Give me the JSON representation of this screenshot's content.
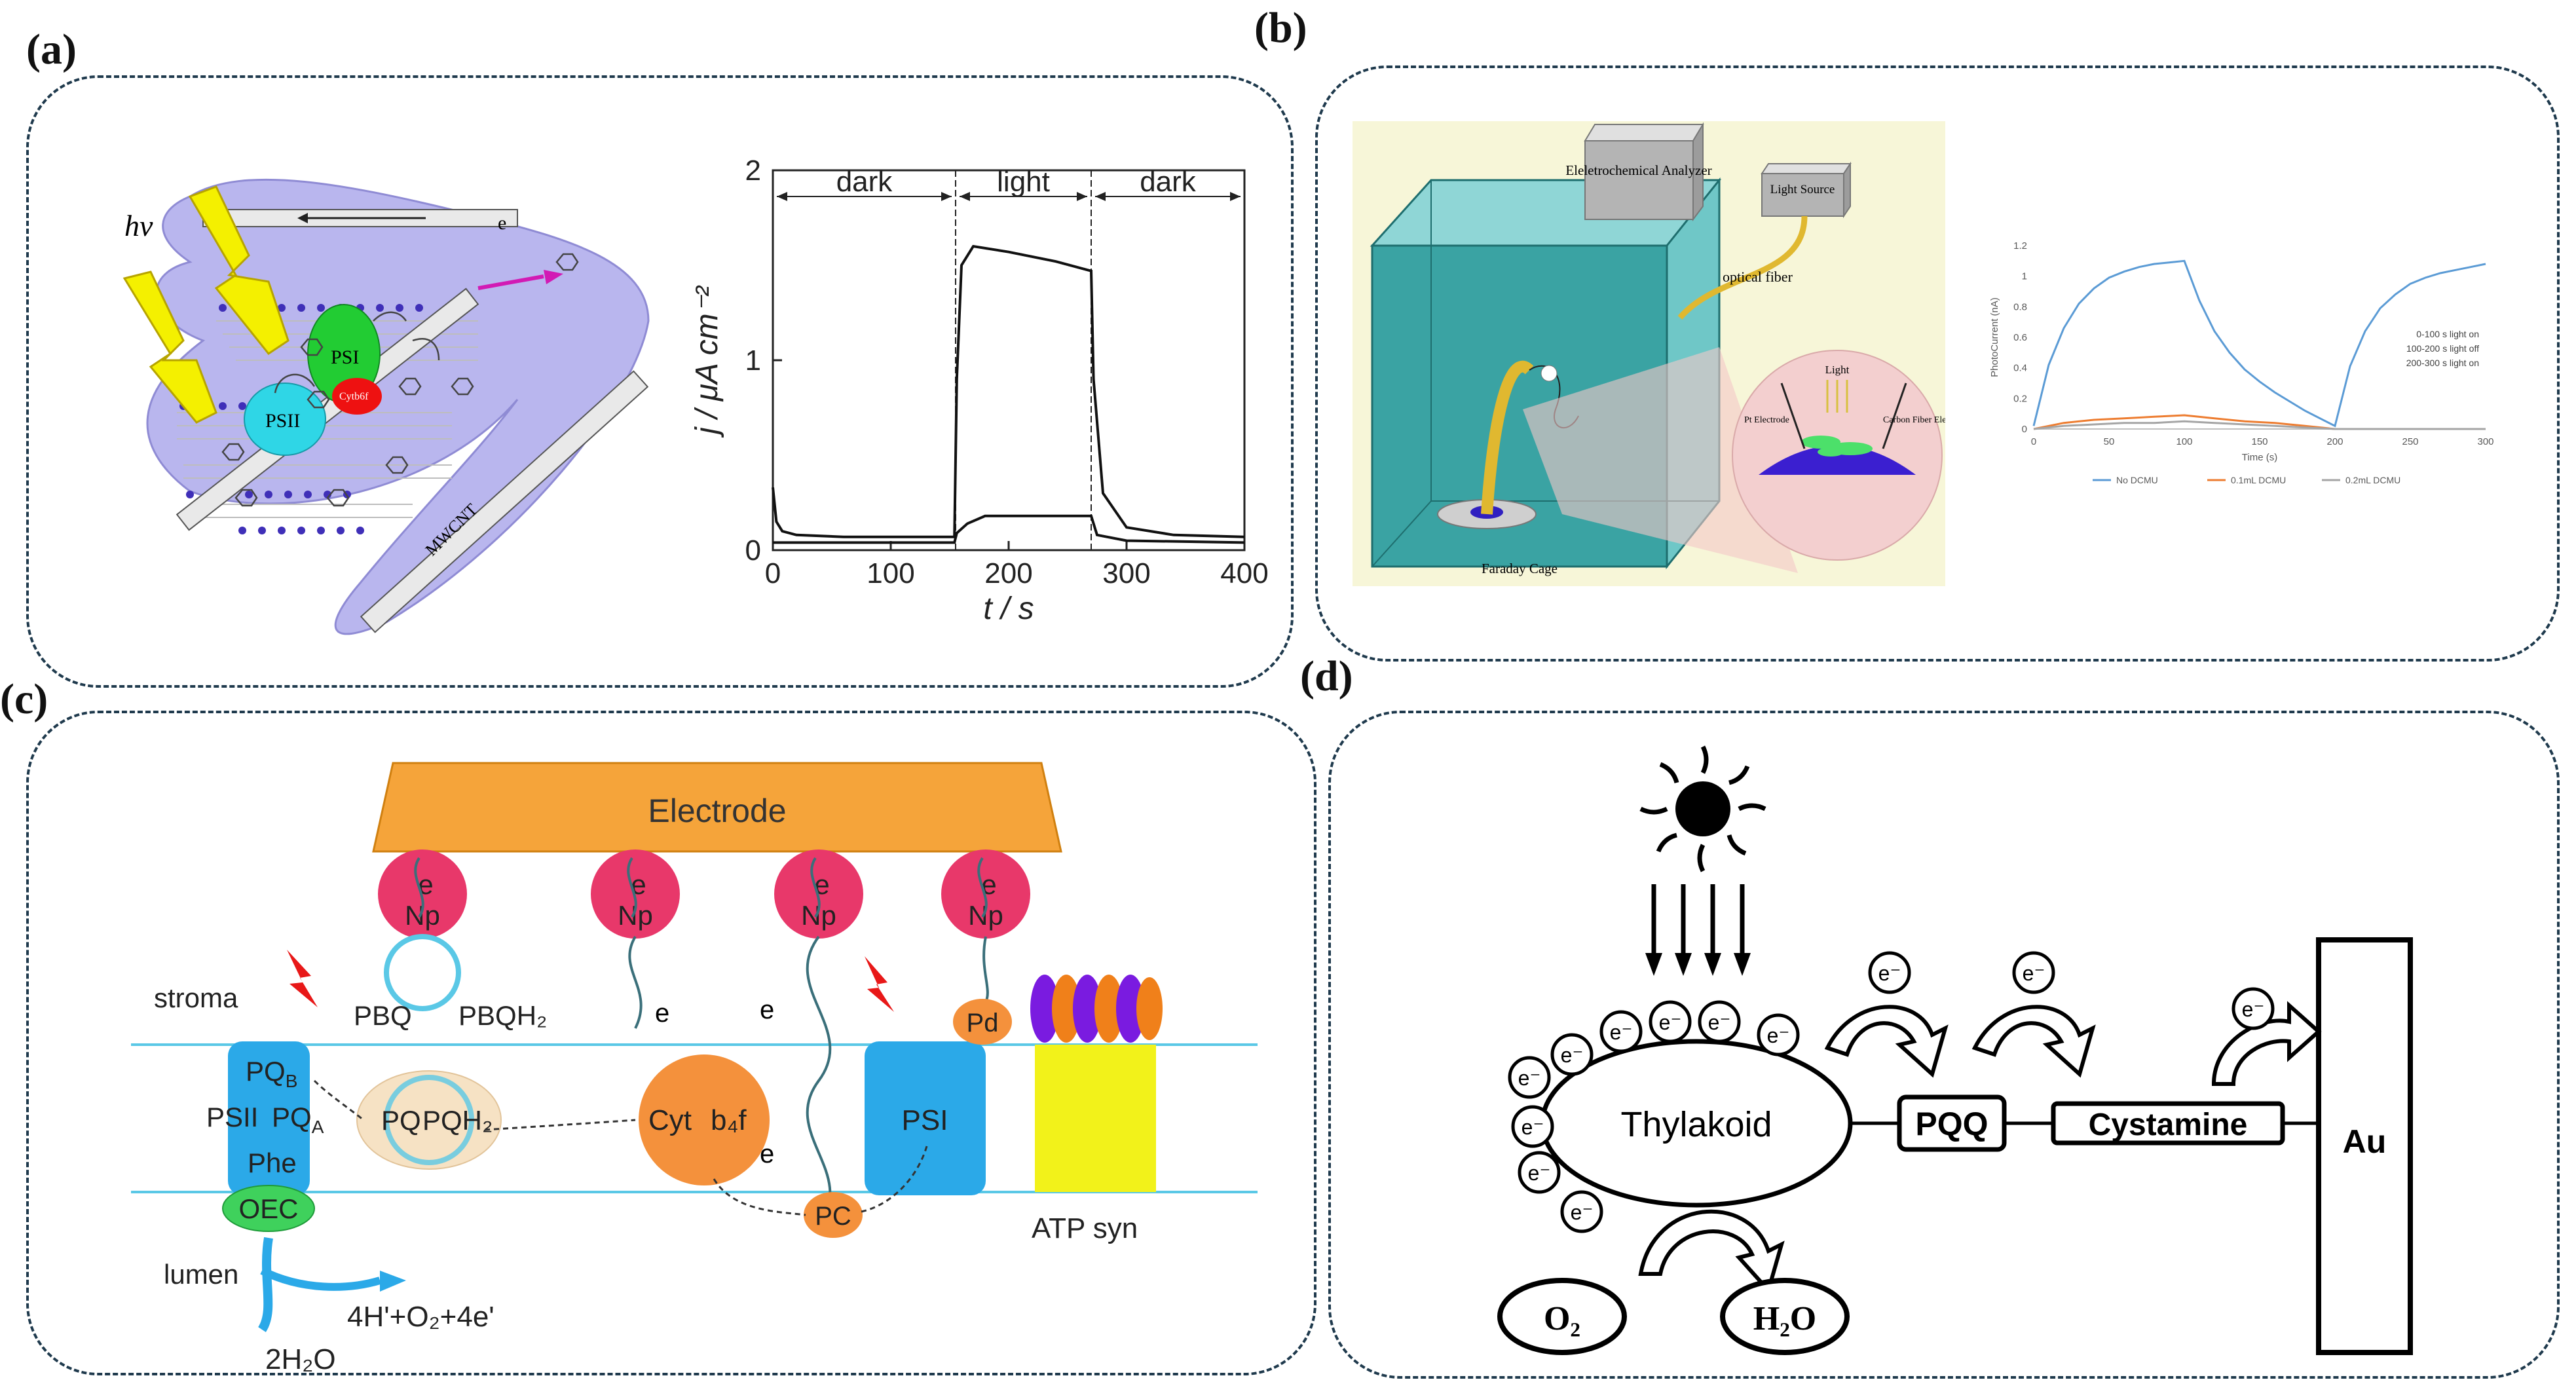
{
  "panels": {
    "a": {
      "letter": "(a)",
      "schematic": {
        "photon": "hν",
        "electron": "e",
        "psi": "PSI",
        "psii": "PSII",
        "cytb6f": "Cytb6f",
        "nanotube": "MWCNT"
      },
      "chart_data": {
        "type": "line",
        "title": "",
        "xlabel": "t / s",
        "ylabel": "j / μA cm⁻²",
        "xlim": [
          0,
          400
        ],
        "ylim": [
          0,
          2
        ],
        "xticks": [
          "0",
          "100",
          "200",
          "300",
          "400"
        ],
        "yticks": [
          "0",
          "1",
          "2"
        ],
        "regions": [
          {
            "label": "dark",
            "from": 0,
            "to": 155
          },
          {
            "label": "light",
            "from": 155,
            "to": 270
          },
          {
            "label": "dark",
            "from": 270,
            "to": 400
          }
        ],
        "series": [
          {
            "points": [
              [
                0,
                0.33
              ],
              [
                3,
                0.15
              ],
              [
                8,
                0.1
              ],
              [
                20,
                0.08
              ],
              [
                60,
                0.07
              ],
              [
                100,
                0.07
              ],
              [
                154,
                0.07
              ],
              [
                156,
                0.9
              ],
              [
                160,
                1.5
              ],
              [
                170,
                1.6
              ],
              [
                200,
                1.57
              ],
              [
                240,
                1.52
              ],
              [
                270,
                1.47
              ],
              [
                272,
                0.9
              ],
              [
                280,
                0.3
              ],
              [
                300,
                0.12
              ],
              [
                340,
                0.08
              ],
              [
                400,
                0.07
              ]
            ]
          },
          {
            "points": [
              [
                0,
                0.04
              ],
              [
                50,
                0.04
              ],
              [
                100,
                0.04
              ],
              [
                154,
                0.04
              ],
              [
                156,
                0.09
              ],
              [
                165,
                0.14
              ],
              [
                180,
                0.18
              ],
              [
                220,
                0.18
              ],
              [
                270,
                0.18
              ],
              [
                275,
                0.08
              ],
              [
                300,
                0.05
              ],
              [
                400,
                0.04
              ]
            ]
          }
        ]
      }
    },
    "b": {
      "letter": "(b)",
      "schematic": {
        "analyzer": "Eleletrochemical Analyzer",
        "light_source": "Light Source",
        "fiber": "optical fiber",
        "cage": "Faraday Cage",
        "light": "Light",
        "pt": "Pt Electrode",
        "carbon": "Carbon Fiber Electrode"
      },
      "chart_data": {
        "type": "line",
        "title": "",
        "xlabel": "Time (s)",
        "ylabel": "PhotoCurrent (nA)",
        "xlim": [
          0,
          300
        ],
        "ylim": [
          0,
          1.2
        ],
        "xticks": [
          "0",
          "50",
          "100",
          "150",
          "200",
          "250",
          "300"
        ],
        "yticks": [
          "0",
          "0.2",
          "0.4",
          "0.6",
          "0.8",
          "1",
          "1.2"
        ],
        "annotation": [
          "0-100 s light on",
          "100-200 s light off",
          "200-300 s light on"
        ],
        "series": [
          {
            "name": "No DCMU",
            "color": "#5b9bd5",
            "x": [
              0,
              10,
              20,
              30,
              40,
              50,
              60,
              70,
              80,
              90,
              100,
              110,
              120,
              130,
              140,
              150,
              160,
              170,
              180,
              190,
              200,
              210,
              220,
              230,
              240,
              250,
              260,
              270,
              280,
              290,
              300
            ],
            "y": [
              0.02,
              0.42,
              0.66,
              0.82,
              0.92,
              0.99,
              1.03,
              1.06,
              1.08,
              1.09,
              1.1,
              0.84,
              0.64,
              0.5,
              0.39,
              0.31,
              0.24,
              0.18,
              0.12,
              0.07,
              0.02,
              0.41,
              0.64,
              0.79,
              0.88,
              0.95,
              0.99,
              1.02,
              1.04,
              1.06,
              1.08
            ]
          },
          {
            "name": "0.1mL DCMU",
            "color": "#ed7d31",
            "x": [
              0,
              20,
              40,
              60,
              80,
              100,
              120,
              140,
              160,
              180,
              200,
              220,
              240,
              260,
              280,
              300
            ],
            "y": [
              0.0,
              0.04,
              0.06,
              0.07,
              0.08,
              0.09,
              0.07,
              0.05,
              0.04,
              0.02,
              0.0,
              0.0,
              0.0,
              0.0,
              0.0,
              0.0
            ]
          },
          {
            "name": "0.2mL DCMU",
            "color": "#a5a5a5",
            "x": [
              0,
              20,
              40,
              60,
              80,
              100,
              120,
              140,
              160,
              180,
              200,
              220,
              240,
              260,
              280,
              300
            ],
            "y": [
              0.0,
              0.02,
              0.03,
              0.04,
              0.04,
              0.05,
              0.04,
              0.03,
              0.02,
              0.01,
              0.0,
              0.0,
              0.0,
              0.0,
              0.0,
              0.0
            ]
          }
        ]
      }
    },
    "c": {
      "letter": "(c)",
      "electrode": "Electrode",
      "e": "e",
      "np": "Np",
      "stroma": "stroma",
      "lumen": "lumen",
      "pbq": "PBQ",
      "pbqh2": "PBQH₂",
      "pqb": "PQ",
      "pqb_sub": "B",
      "psii": "PSII",
      "pqa": "PQ",
      "pqa_sub": "A",
      "phe": "Phe",
      "oec": "OEC",
      "pq": "PQ",
      "pqh2": "PQH₂",
      "cyt": "Cyt",
      "b4f": "b₄f",
      "pc": "PC",
      "psi": "PSI",
      "pd": "Pd",
      "atp": "ATP syn",
      "products": "4H'+O₂+4e'",
      "water": "2H₂O"
    },
    "d": {
      "letter": "(d)",
      "thylakoid": "Thylakoid",
      "pqq": "PQQ",
      "cystamine": "Cystamine",
      "au": "Au",
      "electron": "e⁻",
      "o2": "O₂",
      "h2o": "H₂O"
    }
  }
}
